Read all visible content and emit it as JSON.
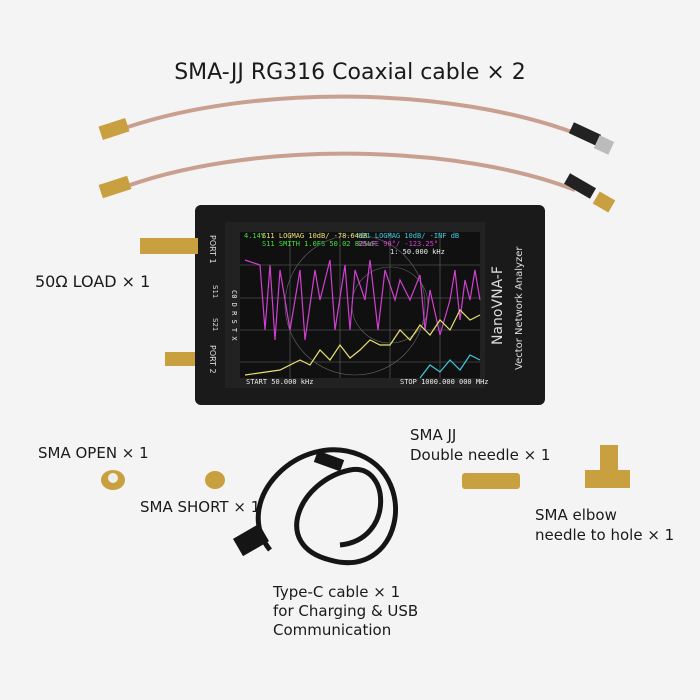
{
  "title": "SMA-JJ RG316 Coaxial cable × 2",
  "labels": {
    "load": "50Ω LOAD × 1",
    "open": "SMA OPEN × 1",
    "short": "SMA SHORT × 1",
    "jj_1": "SMA JJ",
    "jj_2": "Double needle × 1",
    "elbow_1": "SMA elbow",
    "elbow_2": "needle to hole × 1",
    "typec_1": "Type-C cable × 1",
    "typec_2": "for Charging & USB",
    "typec_3": "Communication"
  },
  "device": {
    "brand": "NanoVNA-F",
    "subtitle": "Vector Network Analyzer",
    "port1": "PORT 1",
    "port2": "PORT 2",
    "s11": "S11",
    "s21": "S21",
    "screen": {
      "voltage": "4.14V",
      "trace1": "S11 LOGMAG 10dB/ -78.64dB",
      "trace2": "S21 LOGMAG 10dB/ -INF dB",
      "trace3": "S11 SMITH 1.0FS 50.02 825uF",
      "trace4": "PHASE 90°/ -123.25°",
      "marker": "1: 50.000 kHz",
      "start": "START 50.000 kHz",
      "stop": "STOP 1000.000 000 MHz",
      "menu": "C0 D R S T X"
    }
  },
  "colors": {
    "yellow": "#e8e070",
    "magenta": "#d040d0",
    "cyan": "#40c8e0",
    "green": "#40e040"
  }
}
